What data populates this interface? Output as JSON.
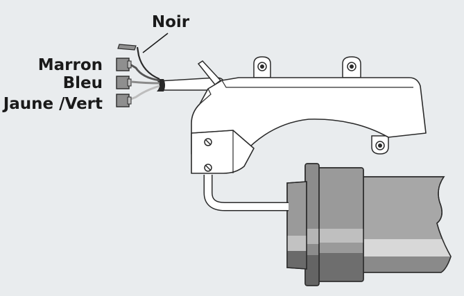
{
  "labels": {
    "noir": "Noir",
    "marron": "Marron",
    "bleu": "Bleu",
    "jaune_vert": "Jaune /Vert"
  },
  "colors": {
    "background": "#e9ecee",
    "housing_fill": "#ffffff",
    "outline": "#2a2a2a",
    "terminal": "#8f8f8f",
    "pipe_dark": "#6e6e6e",
    "pipe_mid": "#9a9a9a",
    "pipe_light": "#c4c4c4"
  }
}
